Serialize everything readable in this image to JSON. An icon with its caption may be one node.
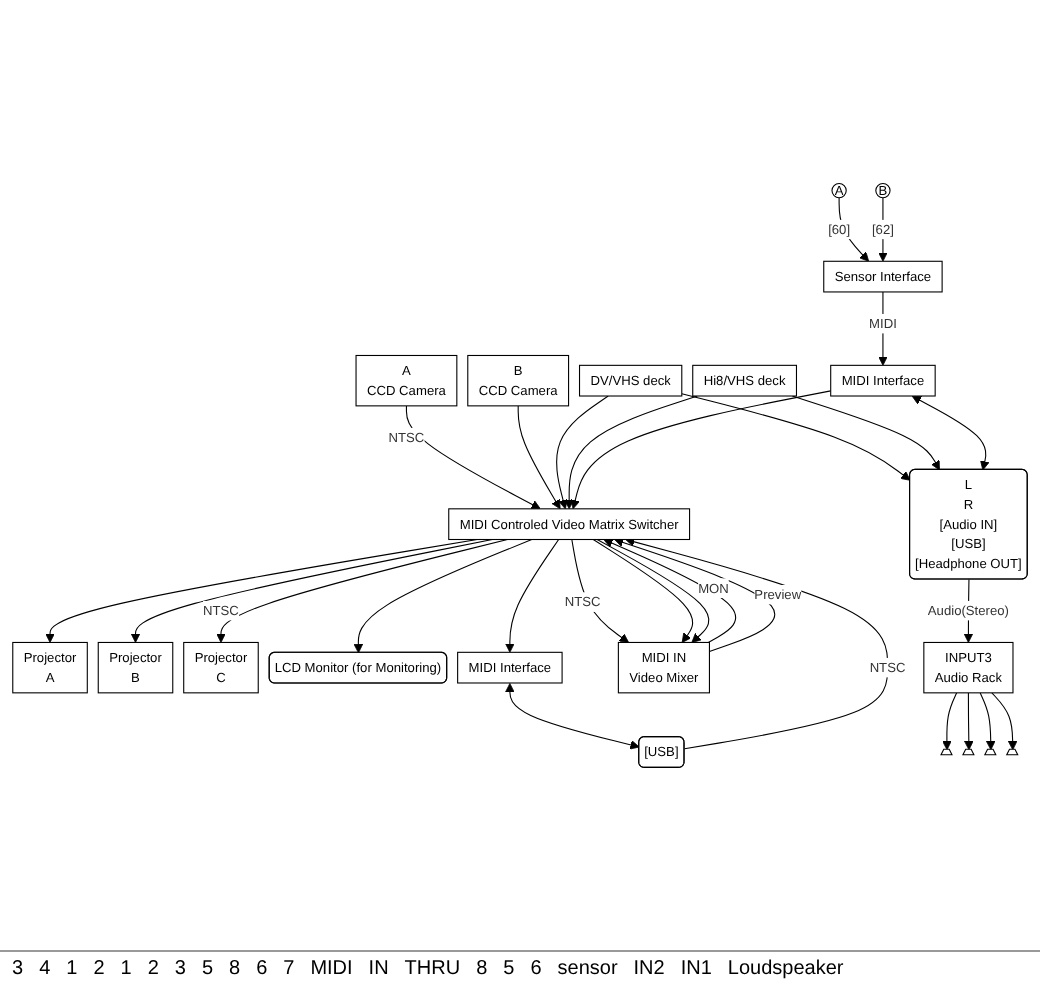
{
  "diagram": {
    "nodes": [
      {
        "text": [
          "MIDI Controled Video Matrix Switcher"
        ]
      },
      {
        "text": [
          "A",
          "CCD Camera"
        ]
      },
      {
        "text": [
          "B",
          "CCD Camera"
        ]
      },
      {
        "text": [
          "DV/VHS deck"
        ]
      },
      {
        "text": [
          "Hi8/VHS deck"
        ]
      },
      {
        "text": [
          "Projector",
          "A"
        ]
      },
      {
        "text": [
          "Projector",
          "B"
        ]
      },
      {
        "text": [
          "Projector",
          "C"
        ]
      },
      {
        "text": [
          "LCD Monitor (for Monitoring)"
        ]
      },
      {
        "text": [
          "A"
        ]
      },
      {
        "text": [
          "B"
        ]
      },
      {
        "text": [
          "Sensor Interface"
        ]
      },
      {
        "text": [
          "MIDI Interface"
        ]
      },
      {
        "text": [
          "MIDI Interface"
        ]
      },
      {
        "text": [
          "MIDI IN",
          "Video Mixer"
        ]
      },
      {
        "text": [
          "L",
          "R",
          "[Audio IN]",
          "[USB]",
          "[Headphone OUT]"
        ]
      },
      {
        "text": [
          "[USB]"
        ]
      },
      {
        "text": [
          "INPUT3",
          "Audio Rack"
        ]
      },
      {
        "text": [],
        "shape": "trapezoid"
      },
      {
        "text": [],
        "shape": "trapezoid"
      },
      {
        "text": [],
        "shape": "trapezoid"
      },
      {
        "text": [],
        "shape": "trapezoid"
      }
    ],
    "edges": [
      {
        "from": 1,
        "to": 0,
        "arrow": "to",
        "label": "NTSC"
      },
      {
        "from": 2,
        "to": 0,
        "arrow": "to"
      },
      {
        "from": 3,
        "to": 0,
        "arrow": "to"
      },
      {
        "from": 4,
        "to": 0,
        "arrow": "to"
      },
      {
        "from": 0,
        "to": 5,
        "arrow": "to"
      },
      {
        "from": 0,
        "to": 6,
        "arrow": "to"
      },
      {
        "from": 0,
        "to": 7,
        "arrow": "to",
        "label": "NTSC"
      },
      {
        "from": 0,
        "to": 8,
        "arrow": "to"
      },
      {
        "from": 0,
        "to": 14,
        "arrow": "to",
        "label": "NTSC"
      },
      {
        "from": 0,
        "to": 14,
        "arrow": "to"
      },
      {
        "from": 3,
        "to": 15,
        "arrow": "to"
      },
      {
        "from": 4,
        "to": 15,
        "arrow": "to"
      },
      {
        "from": 9,
        "to": 11,
        "arrow": "to",
        "label": "[60]"
      },
      {
        "from": 10,
        "to": 11,
        "arrow": "to",
        "label": "[62]"
      },
      {
        "from": 11,
        "to": 12,
        "arrow": "to",
        "label": "MIDI"
      },
      {
        "from": 12,
        "to": 0,
        "arrow": "to"
      },
      {
        "from": 12,
        "to": 15,
        "arrow": "both"
      },
      {
        "from": 0,
        "to": 13,
        "arrow": "to"
      },
      {
        "from": 0,
        "to": 14,
        "arrow": "to"
      },
      {
        "from": 13,
        "to": 16,
        "arrow": "both"
      },
      {
        "from": 16,
        "to": 0,
        "arrow": "to",
        "label": "NTSC"
      },
      {
        "from": 14,
        "to": 0,
        "arrow": "to",
        "label": "MON"
      },
      {
        "from": 14,
        "to": 0,
        "arrow": "to",
        "label": "Preview"
      },
      {
        "from": 15,
        "to": 17,
        "arrow": "to",
        "label": "Audio(Stereo)"
      },
      {
        "from": 17,
        "to": 18,
        "arrow": "to"
      },
      {
        "from": 17,
        "to": 19,
        "arrow": "to"
      },
      {
        "from": 17,
        "to": 20,
        "arrow": "to"
      },
      {
        "from": 17,
        "to": 21,
        "arrow": "to"
      }
    ],
    "labels": [
      "3",
      "4",
      "1",
      "2",
      "1",
      "2",
      "3",
      "5",
      "8",
      "6",
      "7",
      "MIDI",
      "IN",
      "THRU",
      "8",
      "5",
      "6",
      "sensor",
      "IN2",
      "IN1",
      "Loudspeaker"
    ]
  }
}
